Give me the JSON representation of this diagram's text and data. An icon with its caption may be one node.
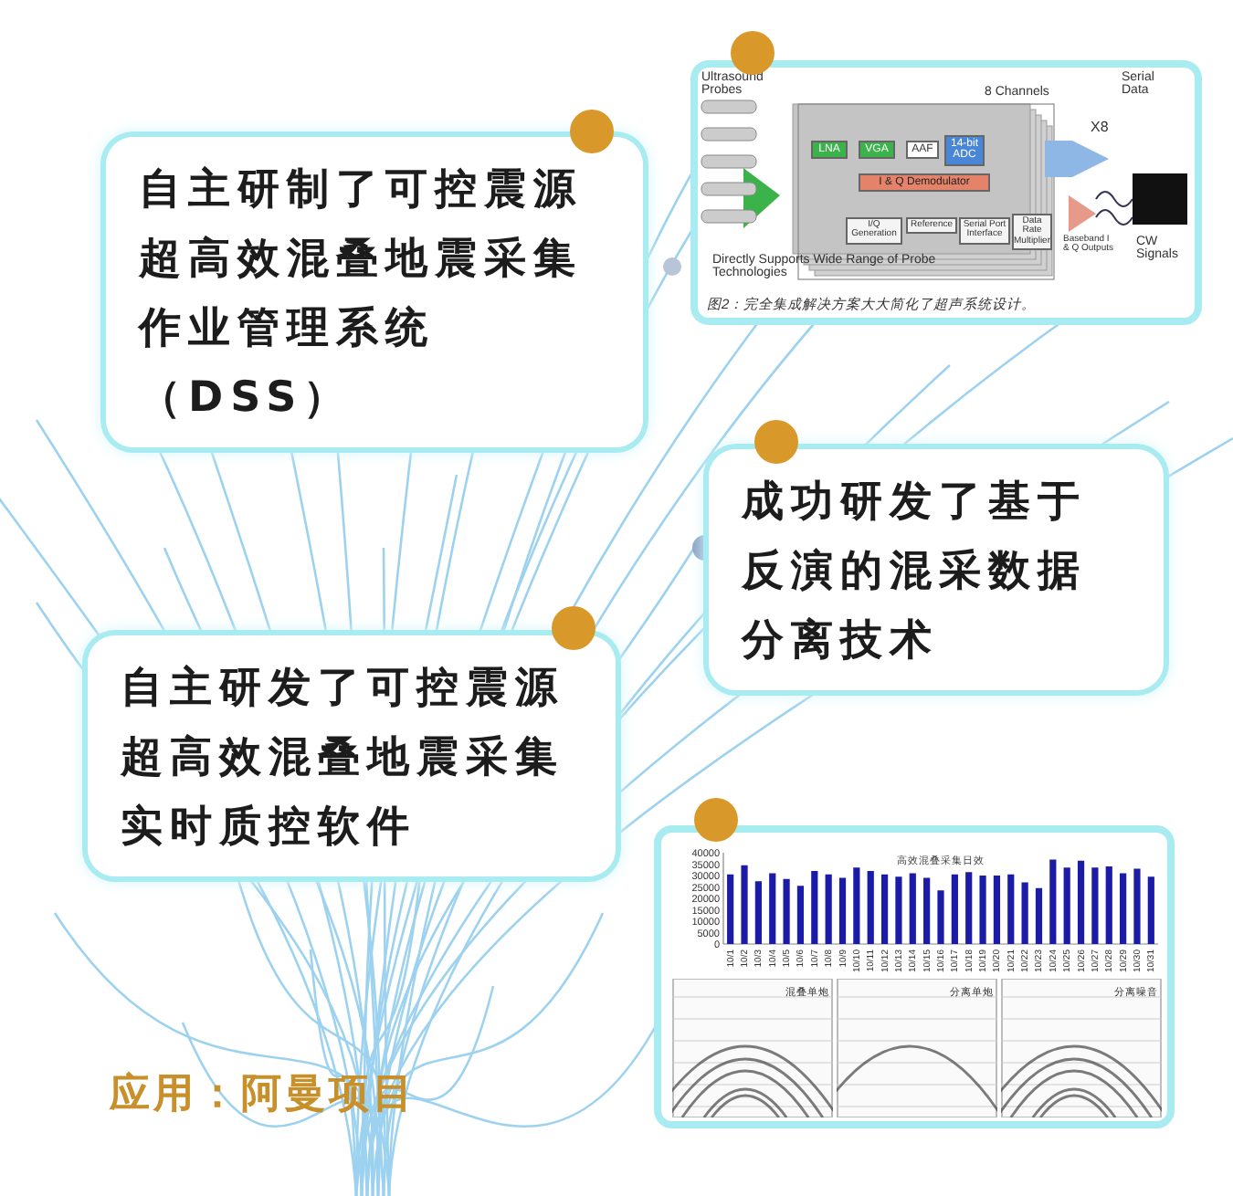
{
  "diagram": {
    "nodes": [
      {
        "text": [
          "自主研制了可控震源超高效混叠地震采集作业管理系统（DSS）"
        ]
      },
      {
        "text": [
          "成功研发了基于反演的混采数据分离技术"
        ]
      },
      {
        "text": [
          "自主研发了可控震源超高效混叠地震采集实时质控软件"
        ]
      }
    ],
    "labels": [
      "Ultrasound Probes",
      "8 Channels",
      "LNA",
      "VGA",
      "AAF",
      "14-bit ADC",
      "I & Q Demodulator",
      "I/Q Generation",
      "Reference",
      "Serial Port Interface",
      "Data Rate Multiplier",
      "Directly Supports Wide Range of Probe Technologies",
      "Serial Data",
      "X8",
      "Baseband I & Q Outputs",
      "CW Signals",
      "图2：完全集成解决方案大大简化了超声系统设计。",
      "混叠单炮",
      "分离单炮",
      "分离噪音",
      "应用：阿曼项目"
    ],
    "chart_data": {
      "type": "bar",
      "title": "高效混叠采集日效",
      "categories": [
        "10/1",
        "10/2",
        "10/3",
        "10/4",
        "10/5",
        "10/6",
        "10/7",
        "10/8",
        "10/9",
        "10/10",
        "10/11",
        "10/12",
        "10/13",
        "10/14",
        "10/15",
        "10/16",
        "10/17",
        "10/18",
        "10/19",
        "10/20",
        "10/21",
        "10/22",
        "10/23",
        "10/24",
        "10/25",
        "10/26",
        "10/27",
        "10/28",
        "10/29",
        "10/30",
        "10/31"
      ],
      "values": [
        30500,
        34500,
        27500,
        31000,
        28500,
        25500,
        32000,
        30500,
        29000,
        33500,
        32000,
        30500,
        29500,
        31000,
        29000,
        23500,
        30500,
        31500,
        30000,
        30000,
        30500,
        27000,
        24500,
        37000,
        33500,
        36500,
        33500,
        34000,
        31000,
        33000,
        29500
      ],
      "ylim": [
        0,
        40000
      ],
      "yticks": [
        0,
        5000,
        10000,
        15000,
        20000,
        25000,
        30000,
        35000,
        40000
      ]
    }
  }
}
